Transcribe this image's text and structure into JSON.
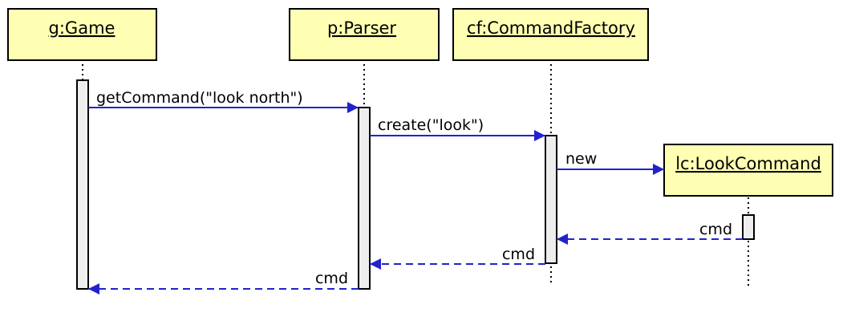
{
  "diagram": {
    "type": "sequence",
    "colors": {
      "object_fill": "#ffffb3",
      "activation_fill": "#eeeeee",
      "message": "#2222cc",
      "outline": "#000000"
    },
    "participants": [
      {
        "id": "game",
        "label": "g:Game"
      },
      {
        "id": "parser",
        "label": "p:Parser"
      },
      {
        "id": "factory",
        "label": "cf:CommandFactory"
      },
      {
        "id": "lookcmd",
        "label": "lc:LookCommand"
      }
    ],
    "messages": [
      {
        "from": "game",
        "to": "parser",
        "label": "getCommand(\"look north\")",
        "style": "sync"
      },
      {
        "from": "parser",
        "to": "factory",
        "label": "create(\"look\")",
        "style": "sync"
      },
      {
        "from": "factory",
        "to": "lookcmd",
        "label": "new",
        "style": "create"
      },
      {
        "from": "lookcmd",
        "to": "factory",
        "label": "cmd",
        "style": "return"
      },
      {
        "from": "factory",
        "to": "parser",
        "label": "cmd",
        "style": "return"
      },
      {
        "from": "parser",
        "to": "game",
        "label": "cmd",
        "style": "return"
      }
    ]
  }
}
